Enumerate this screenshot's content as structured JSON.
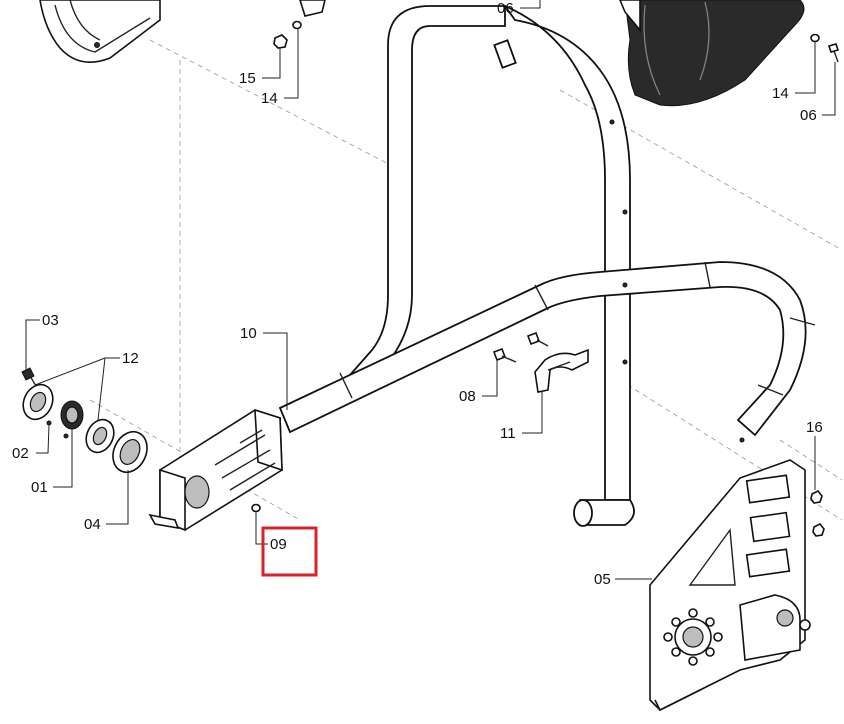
{
  "diagram": {
    "callouts": [
      {
        "id": "c06a",
        "text": "06"
      },
      {
        "id": "c15",
        "text": "15"
      },
      {
        "id": "c14a",
        "text": "14"
      },
      {
        "id": "c14b",
        "text": "14"
      },
      {
        "id": "c06b",
        "text": "06"
      },
      {
        "id": "c03",
        "text": "03"
      },
      {
        "id": "c12",
        "text": "12"
      },
      {
        "id": "c10",
        "text": "10"
      },
      {
        "id": "c08",
        "text": "08"
      },
      {
        "id": "c11",
        "text": "11"
      },
      {
        "id": "c02",
        "text": "02"
      },
      {
        "id": "c01",
        "text": "01"
      },
      {
        "id": "c04",
        "text": "04"
      },
      {
        "id": "c09",
        "text": "09"
      },
      {
        "id": "c16",
        "text": "16"
      },
      {
        "id": "c05",
        "text": "05"
      }
    ],
    "highlighted_part": "09",
    "highlight_color": "#d8222a"
  }
}
